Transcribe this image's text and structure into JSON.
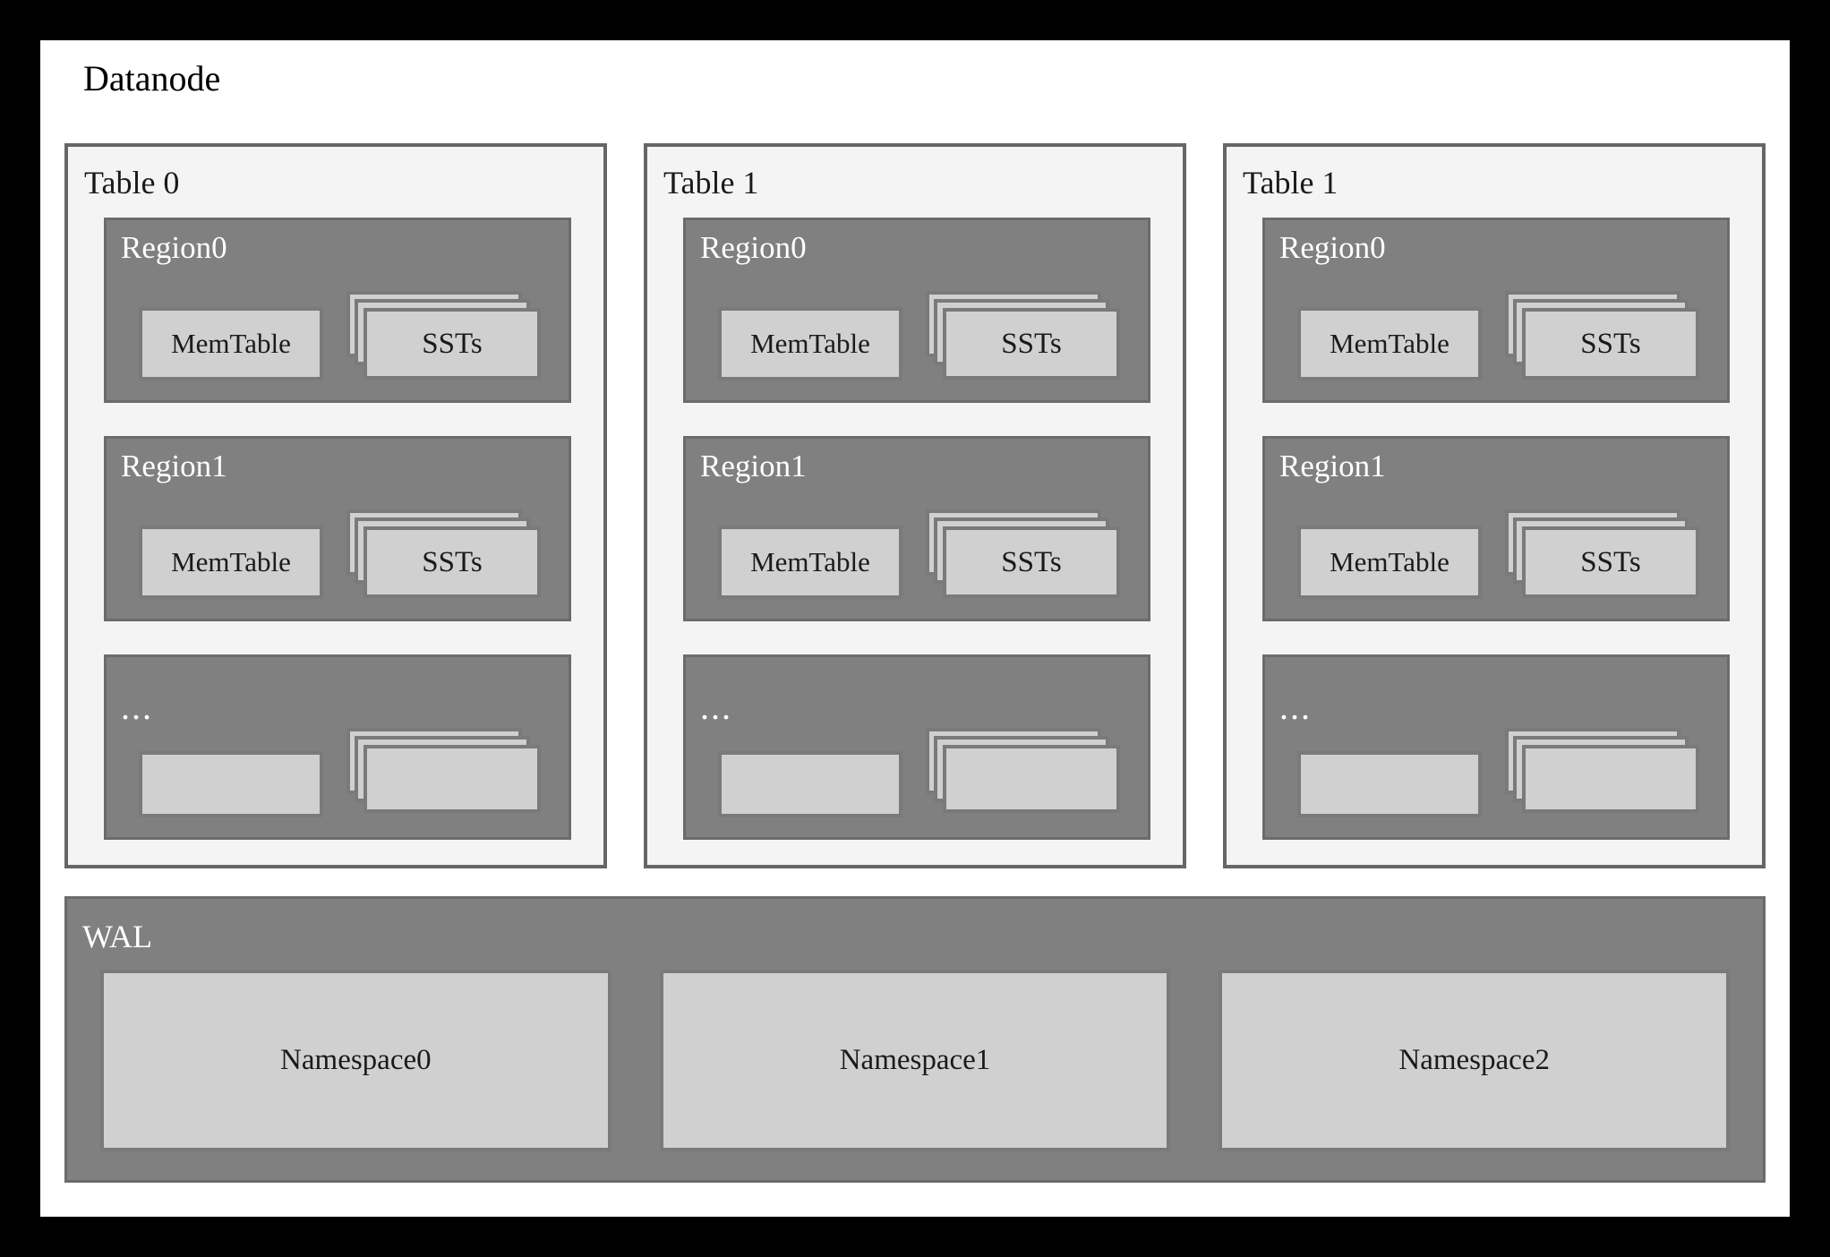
{
  "diagram": {
    "title": "Datanode",
    "colors": {
      "frame": "#000000",
      "canvas": "#ffffff",
      "table_panel_fill": "#f4f4f4",
      "table_panel_border": "#666666",
      "region_fill": "#808080",
      "region_border": "#6b6b6b",
      "card_fill": "#d0d0d0",
      "card_border": "#7a7a7a",
      "label_light": "#ffffff",
      "label_dark": "#1a1a1a"
    }
  },
  "tables": [
    {
      "label": "Table 0",
      "regions": [
        {
          "label": "Region0",
          "memtable": "MemTable",
          "ssts": "SSTs",
          "blank": false
        },
        {
          "label": "Region1",
          "memtable": "MemTable",
          "ssts": "SSTs",
          "blank": false
        },
        {
          "label": "...",
          "memtable": "",
          "ssts": "",
          "blank": true
        }
      ]
    },
    {
      "label": "Table 1",
      "regions": [
        {
          "label": "Region0",
          "memtable": "MemTable",
          "ssts": "SSTs",
          "blank": false
        },
        {
          "label": "Region1",
          "memtable": "MemTable",
          "ssts": "SSTs",
          "blank": false
        },
        {
          "label": "...",
          "memtable": "",
          "ssts": "",
          "blank": true
        }
      ]
    },
    {
      "label": "Table 1",
      "regions": [
        {
          "label": "Region0",
          "memtable": "MemTable",
          "ssts": "SSTs",
          "blank": false
        },
        {
          "label": "Region1",
          "memtable": "MemTable",
          "ssts": "SSTs",
          "blank": false
        },
        {
          "label": "...",
          "memtable": "",
          "ssts": "",
          "blank": true
        }
      ]
    }
  ],
  "wal": {
    "label": "WAL",
    "namespaces": [
      {
        "label": "Namespace0"
      },
      {
        "label": "Namespace1"
      },
      {
        "label": "Namespace2"
      }
    ]
  }
}
